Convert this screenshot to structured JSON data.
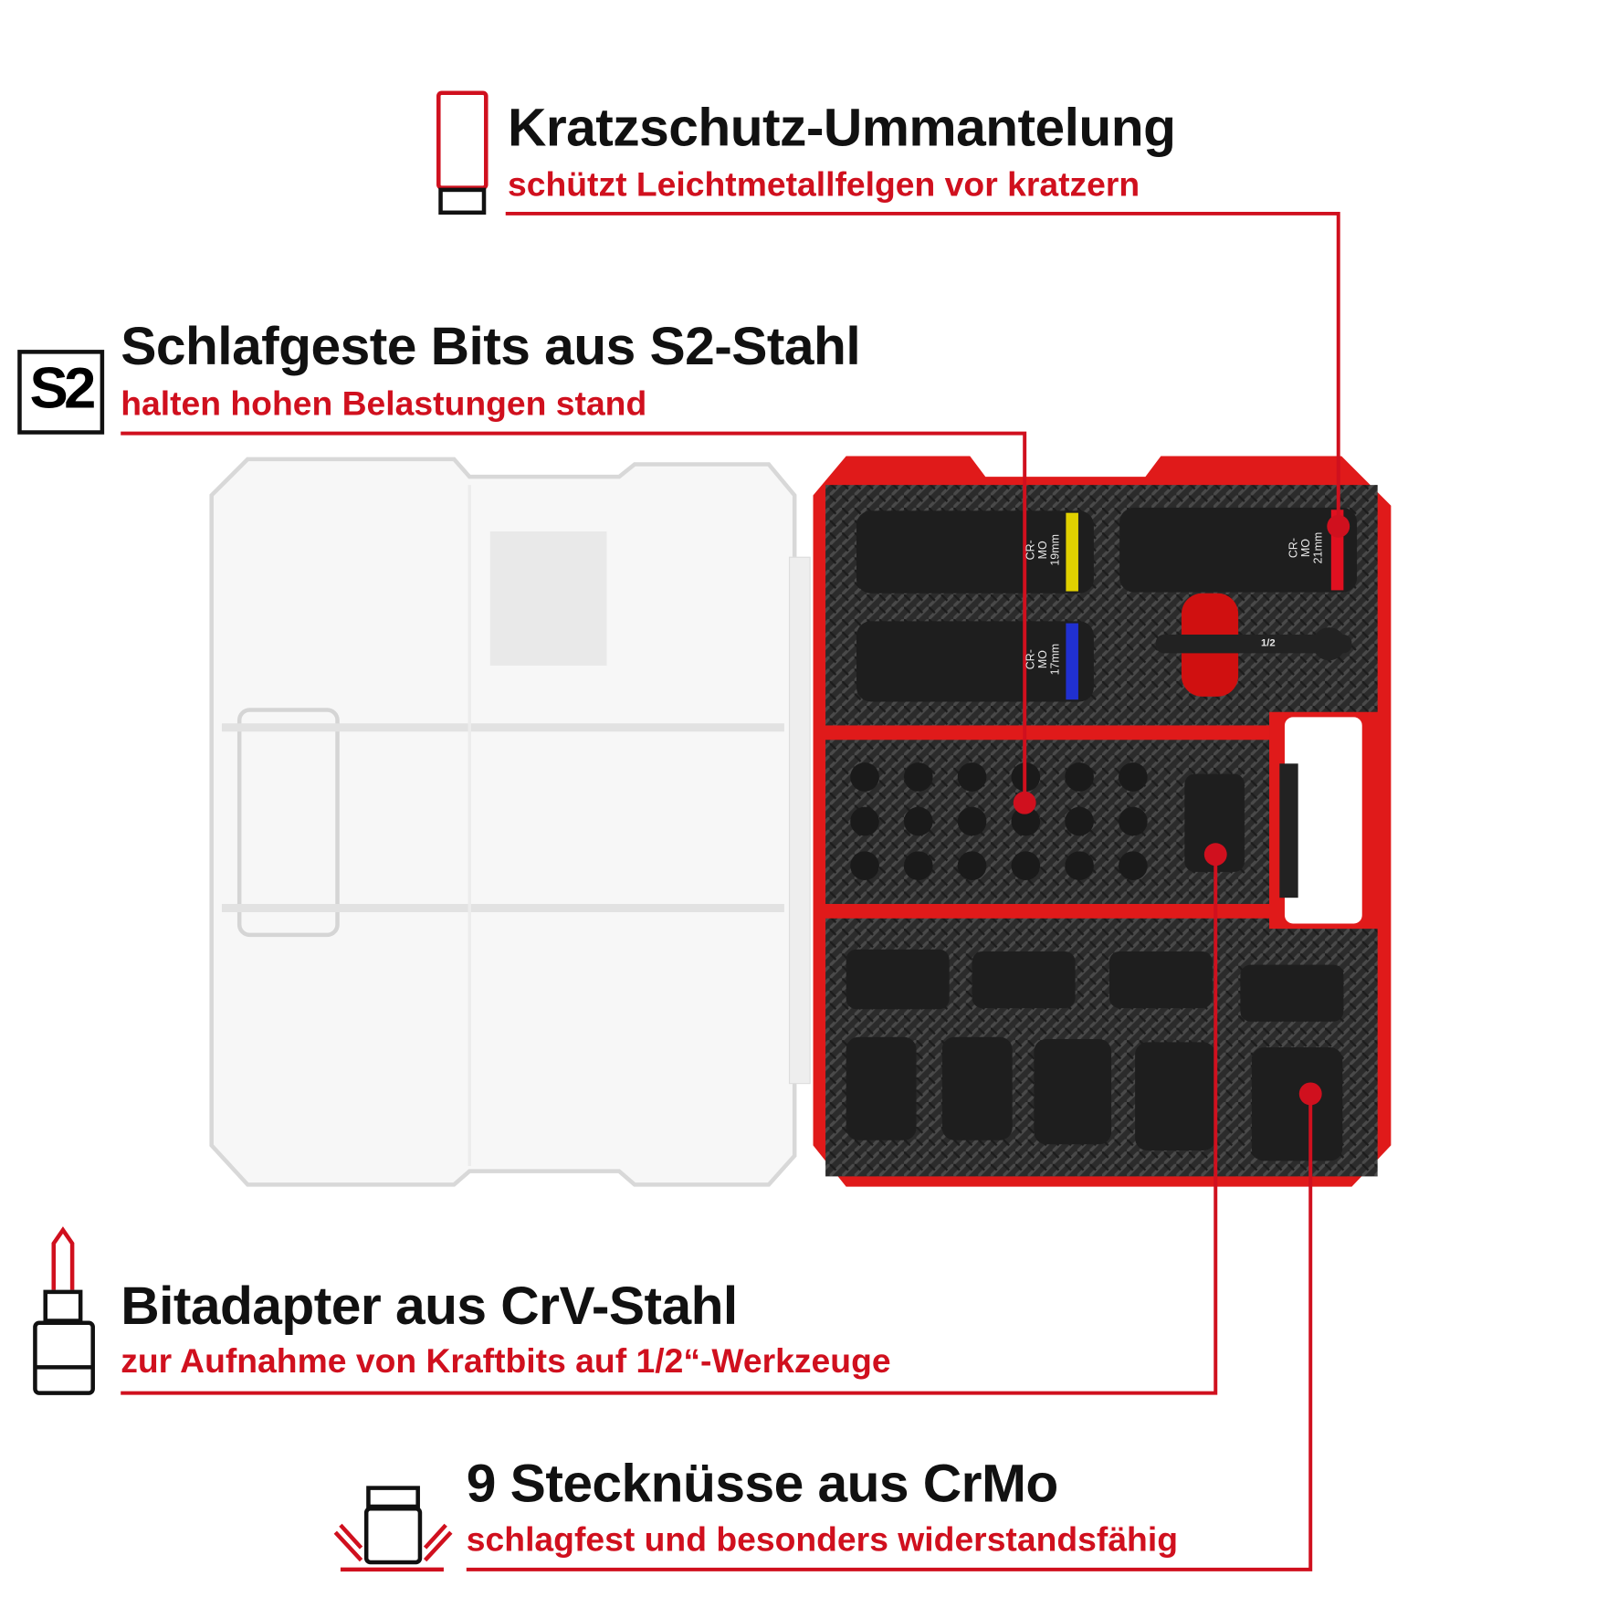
{
  "features": [
    {
      "title": "Kratzschutz-Ummantelung",
      "subtitle": "schützt Leichtmetallfelgen vor kratzern",
      "icon": "impact-socket-icon"
    },
    {
      "title": "Schlafgeste Bits aus S2-Stahl",
      "subtitle": "halten hohen Belastungen stand",
      "icon": "s2-badge-icon",
      "badge": "S2"
    },
    {
      "title": "Bitadapter aus CrV-Stahl",
      "subtitle": "zur Aufnahme von Kraftbits auf 1/2“-Werkzeuge",
      "icon": "bit-adapter-icon"
    },
    {
      "title": "9 Stecknüsse aus CrMo",
      "subtitle": "schlagfest und besonders widerstandsfähig",
      "icon": "socket-impact-icon"
    }
  ],
  "product": {
    "long_sockets": [
      {
        "label": "CR-MO 19mm",
        "ring_color": "#e0d000"
      },
      {
        "label": "CR-MO 21mm",
        "ring_color": "#e01020"
      },
      {
        "label": "CR-MO 17mm",
        "ring_color": "#2030d0"
      }
    ],
    "adapter_label": "1/2"
  },
  "colors": {
    "accent": "#d0101e",
    "case_red": "#e01a1a",
    "foam": "#2a2a2a"
  }
}
